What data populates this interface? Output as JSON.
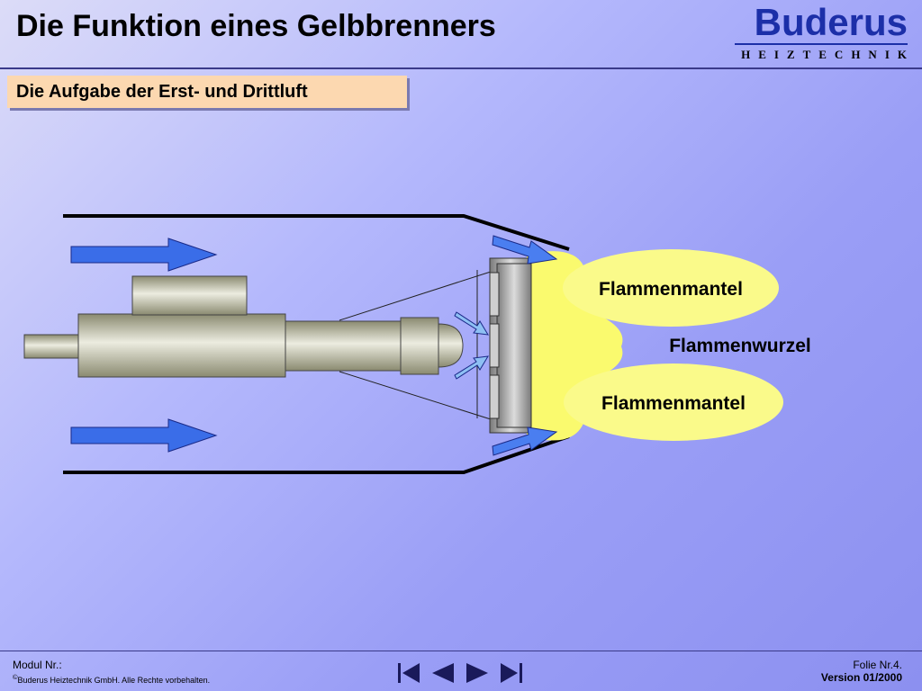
{
  "header": {
    "title": "Die Funktion eines Gelbbrenners"
  },
  "logo": {
    "name": "Buderus",
    "tagline": "HEIZTECHNIK"
  },
  "subtitle": "Die Aufgabe der Erst- und Drittluft",
  "diagram": {
    "labels": {
      "upper_mantle": "Flammenmantel",
      "root": "Flammenwurzel",
      "lower_mantle": "Flammenmantel"
    }
  },
  "footer": {
    "module_label": "Modul Nr.:",
    "copyright": "Buderus Heiztechnik GmbH. Alle Rechte vorbehalten.",
    "copyright_symbol": "©",
    "slide": "Folie Nr.4.",
    "version": "Version 01/2000"
  },
  "nav": {
    "first": "first-slide-icon",
    "prev": "previous-slide-icon",
    "next": "next-slide-icon",
    "last": "last-slide-icon"
  },
  "colors": {
    "air_arrow": "#3a6de8",
    "flame": "#fafa6e",
    "burner_body": "#ccccaa",
    "subtitle_bg": "#fcd8b0"
  }
}
